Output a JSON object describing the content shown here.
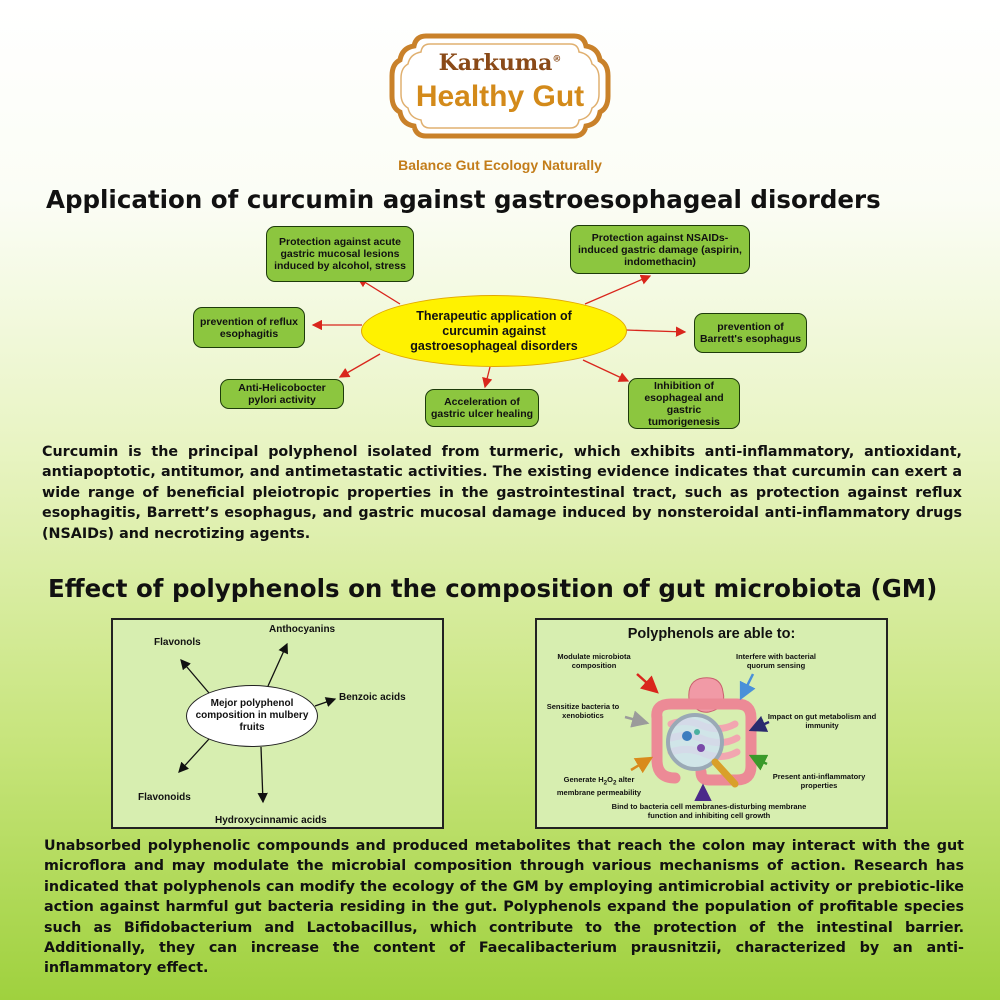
{
  "logo": {
    "brand": "Karkuma",
    "registered": "®",
    "product": "Healthy Gut"
  },
  "tagline": "Balance Gut Ecology Naturally",
  "section1": {
    "title": "Application of curcumin against gastroesophageal disorders",
    "center": "Therapeutic application of curcumin against gastroesophageal disorders",
    "boxes": {
      "alcohol": "Protection against acute gastric mucosal lesions induced by alcohol, stress",
      "nsaids": "Protection against NSAIDs-induced gastric damage (aspirin, indomethacin)",
      "reflux": "prevention of reflux esophagitis",
      "barrett": "prevention of Barrett's esophagus",
      "pylori": "Anti-Helicobocter pylori activity",
      "ulcer": "Acceleration of gastric ulcer healing",
      "tumor": "Inhibition of esophageal and gastric tumorigenesis"
    },
    "paragraph": "Curcumin is the principal polyphenol isolated from turmeric, which exhibits anti-inflammatory, antioxidant, antiapoptotic, antitumor, and antimetastatic activities. The existing evidence indicates that curcumin can exert a wide range of beneficial pleiotropic properties in the gastrointestinal tract, such as protection against reflux esophagitis, Barrett’s esophagus, and gastric mucosal damage induced by nonsteroidal anti-inflammatory drugs (NSAIDs) and necrotizing agents."
  },
  "section2": {
    "title": "Effect of polyphenols on the composition of gut microbiota (GM)",
    "left_panel": {
      "center": "Mejor polyphenol composition in mulbery fruits",
      "flavonols": "Flavonols",
      "anthocyanins": "Anthocyanins",
      "benzoic": "Benzoic acids",
      "flavonoids": "Flavonoids",
      "hydroxy": "Hydroxycinnamic acids"
    },
    "right_panel": {
      "title": "Polyphenols are able to:",
      "modulate": "Modulate microbiota composition",
      "quorum": "Interfere with bacterial quorum sensing",
      "sensitize": "Sensitize bacteria to xenobiotics",
      "metabolism": "Impact on gut metabolism and immunity",
      "h2o2": "Generate H2O2 alter membrane permeability",
      "antiinflam": "Present anti-inflammatory properties",
      "bind": "Bind to bacteria cell membranes-disturbing membrane function and inhibiting cell growth"
    },
    "paragraph": "Unabsorbed polyphenolic compounds and produced metabolites that reach the colon may interact with the gut microflora and may modulate the microbial composition through various mechanisms of action. Research has indicated that polyphenols can modify the ecology of the GM by employing antimicrobial activity or prebiotic-like action against harmful gut bacteria residing in the gut. Polyphenols expand the population of profitable species such as Bifidobacterium and Lactobacillus, which contribute to the protection of the intestinal barrier. Additionally, they can increase the content of Faecalibacterium prausnitzii, characterized by an anti-inflammatory effect."
  },
  "colors": {
    "box_green": "#8cc63f",
    "ellipse_yellow": "#fff200",
    "logo_brown": "#8a4a18",
    "logo_gold": "#d38a1a",
    "arrow_red": "#d9261c"
  }
}
